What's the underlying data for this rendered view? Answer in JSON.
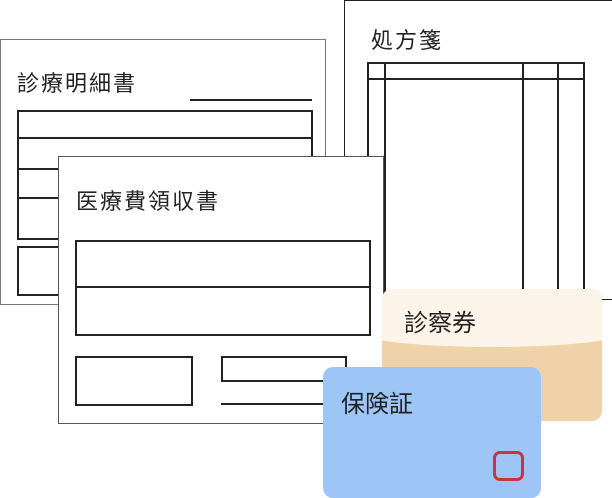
{
  "documents": {
    "meisai": {
      "title": "診療明細書"
    },
    "shohousen": {
      "title": "処方箋"
    },
    "ryoushuu": {
      "title": "医療費領収書"
    }
  },
  "cards": {
    "shinsatsuken": {
      "title": "診察券",
      "colors": {
        "top": "#fcf4e8",
        "bottom": "#f0d2a8"
      }
    },
    "hokenshou": {
      "title": "保険証",
      "color": "#9dc6f6",
      "chip_color": "#c8353b"
    }
  }
}
